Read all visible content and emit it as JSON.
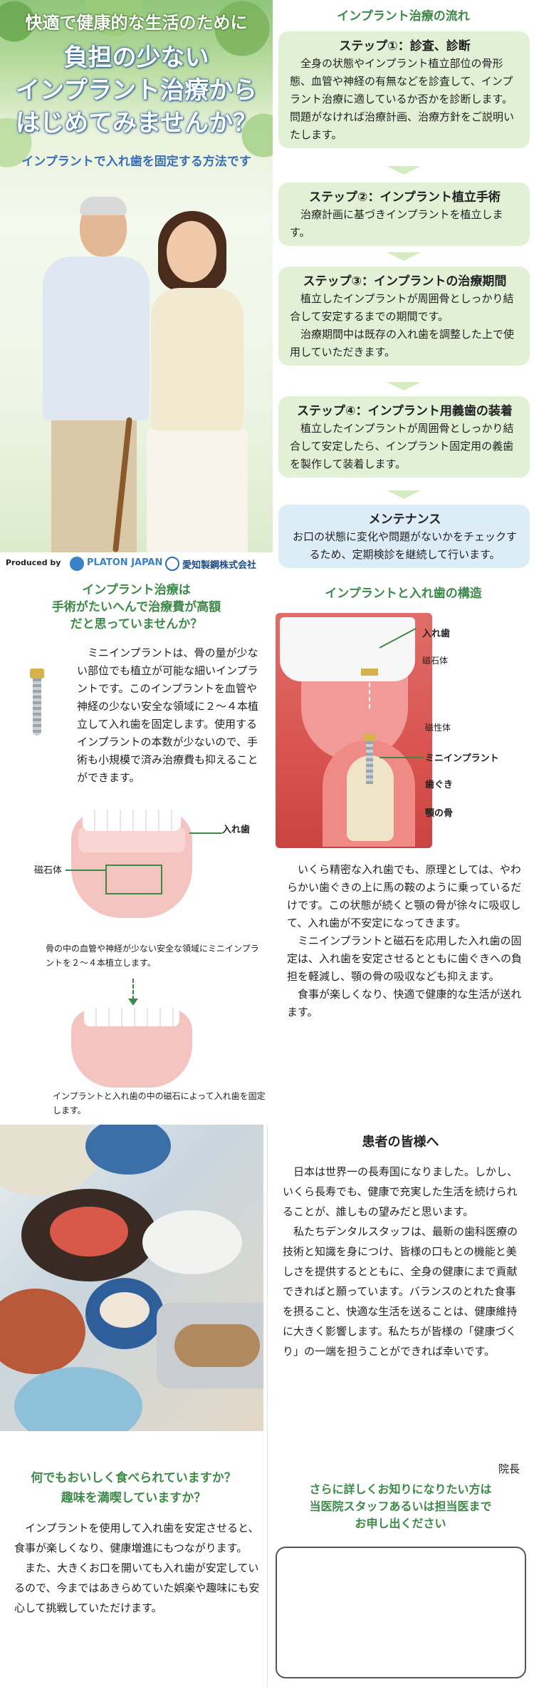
{
  "hero": {
    "tagline": "快適で健康的な生活のために",
    "headline_lines": [
      "負担の少ない",
      "インプラント治療から",
      "はじめてみませんか？"
    ],
    "subtitle": "インプラントで入れ歯を固定する方法です"
  },
  "flow": {
    "title": "インプラント治療の流れ",
    "steps": [
      {
        "title": "ステップ①：診査、診断",
        "body": "全身の状態やインプラント植立部位の骨形態、血管や神経の有無などを診査して、インプラント治療に適しているか否かを診断します。問題がなければ治療計画、治療方針をご説明いたします。"
      },
      {
        "title": "ステップ②：インプラント植立手術",
        "body": "治療計画に基づきインプラントを植立します。"
      },
      {
        "title": "ステップ③：インプラントの治療期間",
        "body": "植立したインプラントが周囲骨としっかり結合して安定するまでの期間です。",
        "body2": "治療期間中は既存の入れ歯を調整した上で使用していただきます。"
      },
      {
        "title": "ステップ④：インプラント用義歯の装着",
        "body": "植立したインプラントが周囲骨としっかり結合して安定したら、インプラント固定用の義歯を製作して装着します。"
      }
    ],
    "maintenance": {
      "title": "メンテナンス",
      "body": "お口の状態に変化や問題がないかをチェックするため、定期検診を継続して行います。"
    }
  },
  "producer": {
    "label": "Produced by",
    "company1": "PLATON JAPAN",
    "company2": "愛知製鋼株式会社"
  },
  "mini": {
    "heading_lines": [
      "インプラント治療は",
      "手術がたいへんで治療費が高額",
      "だと思っていませんか？"
    ],
    "body": "ミニインプラントは、骨の量が少ない部位でも植立が可能な細いインプラントです。このインプラントを血管や神経の少ない安全な領域に２～４本植立して入れ歯を固定します。使用するインプラントの本数が少ないので、手術も小規模で済み治療費も抑えることができます。",
    "label_denture": "入れ歯",
    "label_magnet": "磁石体",
    "annotation1": "骨の中の血管や神経が少ない安全な領域にミニインプラントを２～４本植立します。",
    "annotation2": "インプラントと入れ歯の中の磁石によって入れ歯を固定します。"
  },
  "structure": {
    "title": "インプラントと入れ歯の構造",
    "labels": {
      "denture": "入れ歯",
      "magnet": "磁石体",
      "magnetic": "磁性体",
      "mini_implant": "ミニインプラント",
      "gum": "歯ぐき",
      "jawbone": "顎の骨"
    },
    "paragraphs": [
      "いくら精密な入れ歯でも、原理としては、やわらかい歯ぐきの上に馬の鞍のように乗っているだけです。この状態が続くと顎の骨が徐々に吸収して、入れ歯が不安定になってきます。",
      "ミニインプラントと磁石を応用した入れ歯の固定は、入れ歯を安定させるとともに歯ぐきへの負担を軽減し、顎の骨の吸収なども抑えます。",
      "食事が楽しくなり、快適で健康的な生活が送れます。"
    ]
  },
  "food": {
    "question_lines": [
      "何でもおいしく食べられていますか？",
      "趣味を満喫していますか？"
    ],
    "paragraphs": [
      "インプラントを使用して入れ歯を安定させると、食事が楽しくなり、健康増進にもつながります。",
      "また、大きくお口を開いても入れ歯が安定しているので、今まではあきらめていた娯楽や趣味にも安心して挑戦していただけます。"
    ]
  },
  "message": {
    "title": "患者の皆様へ",
    "paragraphs": [
      "日本は世界一の長寿国になりました。しかし、いくら長寿でも、健康で充実した生活を続けられることが、誰しもの望みだと思います。",
      "私たちデンタルスタッフは、最新の歯科医療の技術と知識を身につけ、皆様の口もとの機能と美しさを提供するとともに、全身の健康にまで貢献できればと願っています。バランスのとれた食事を摂ること、快適な生活を送ることは、健康維持に大きく影響します。私たちが皆様の「健康づくり」の一端を担うことができれば幸いです。"
    ],
    "signature": "院長",
    "cta_lines": [
      "さらに詳しくお知りになりたい方は",
      "当医院スタッフあるいは担当医まで",
      "お申し出ください"
    ]
  }
}
